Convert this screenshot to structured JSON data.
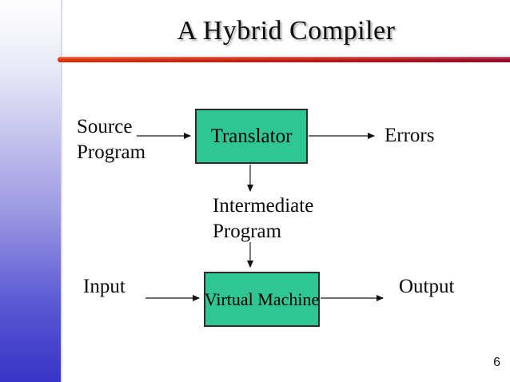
{
  "slide": {
    "title": "A Hybrid Compiler",
    "page_number": "6"
  },
  "diagram": {
    "translator_box": {
      "label": "Translator"
    },
    "virtual_machine_box": {
      "label": "Virtual Machine"
    },
    "labels": {
      "source_program": [
        "Source",
        "Program"
      ],
      "errors": "Errors",
      "intermediate_program": [
        "Intermediate",
        "Program"
      ],
      "input": "Input",
      "output": "Output"
    }
  },
  "colors": {
    "box_fill": "#2fc694",
    "accent_left": "#e83a0d",
    "accent_right": "#a30e2e",
    "sidebar_bottom": "#3734c7"
  }
}
